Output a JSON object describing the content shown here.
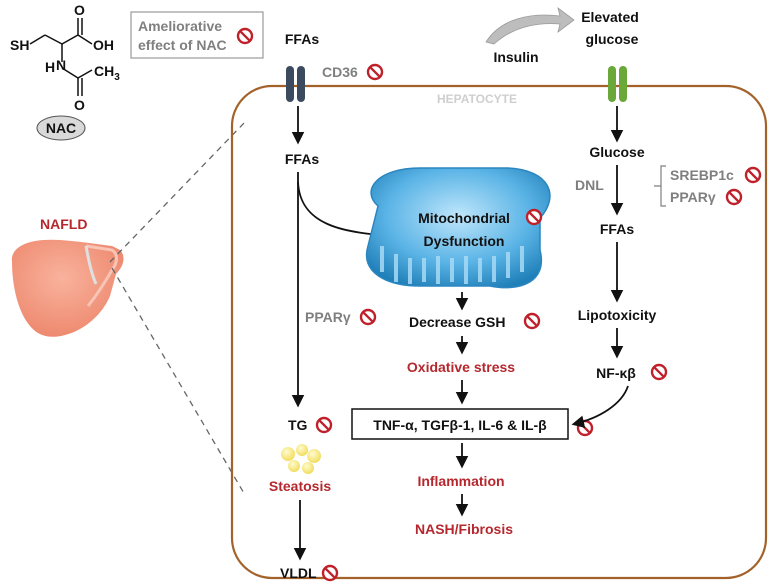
{
  "nac": {
    "label": "NAC",
    "molecule": {
      "hs": "SH",
      "o_top": "O",
      "oh": "OH",
      "nh": "N",
      "h": "H",
      "ch3": "CH",
      "ch3_sub": "3",
      "o_bottom": "O"
    }
  },
  "legend": {
    "line1": "Ameliorative",
    "line2": "effect of NAC"
  },
  "nafld": "NAFLD",
  "hepatocyte": "HEPATOCYTE",
  "left_column": {
    "ffas_top": "FFAs",
    "cd36": "CD36",
    "ffas_inner": "FFAs",
    "ppar": "PPARγ",
    "tg": "TG",
    "steatosis": "Steatosis",
    "vldl": "VLDL"
  },
  "middle_column": {
    "mito_line1": "Mitochondrial",
    "mito_line2": "Dysfunction",
    "gsh": "Decrease GSH",
    "oxidative": "Oxidative stress",
    "cytokines": "TNF-α, TGFβ-1, IL-6 & IL-β",
    "inflammation": "Inflammation",
    "nash": "NASH/Fibrosis"
  },
  "right_column": {
    "elevated_line1": "Elevated",
    "elevated_line2": "glucose",
    "insulin": "Insulin",
    "glucose": "Glucose",
    "dnl": "DNL",
    "srebp": "SREBP1c",
    "ppar": "PPARγ",
    "ffas": "FFAs",
    "lipotoxicity": "Lipotoxicity",
    "nfkb": "NF-κβ"
  },
  "colors": {
    "cell_border": "#a3622a",
    "inhibit_icon": "#c0202a",
    "red_text": "#b5282e",
    "gray_text": "#7f7f7f",
    "channel_left": "#3b4a5e",
    "channel_right": "#6aa83a",
    "liver": "#f3927b",
    "mito": "#4aa9dc"
  }
}
